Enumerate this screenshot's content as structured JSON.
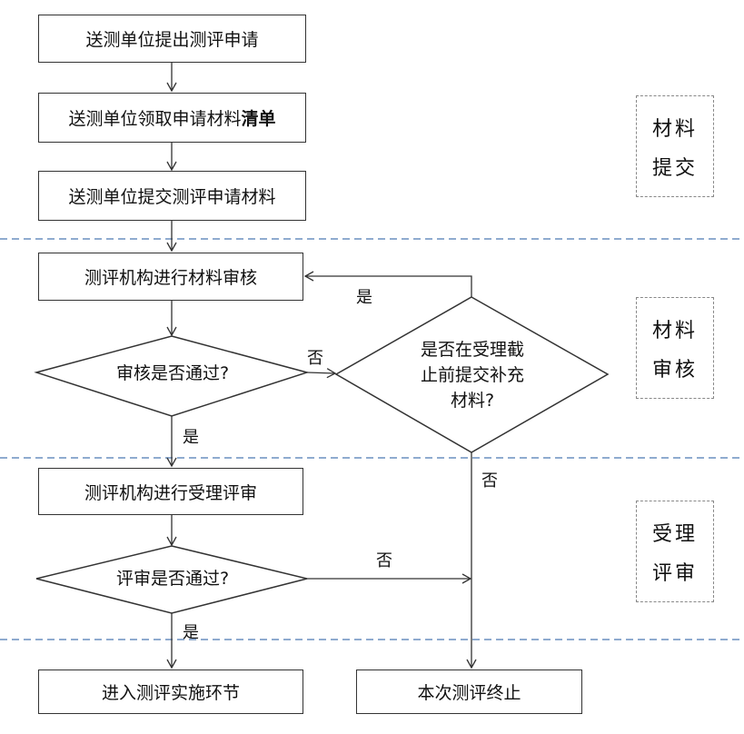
{
  "steps": {
    "apply": "送测单位提出测评申请",
    "receive_prefix": "送测单位领取申请材料",
    "receive_bold": "清单",
    "submit": "送测单位提交测评申请材料",
    "review": "测评机构进行材料审核",
    "accept": "测评机构进行受理评审",
    "implement": "进入测评实施环节",
    "terminate": "本次测评终止"
  },
  "decisions": {
    "review_pass": "审核是否通过?",
    "supplement_line1": "是否在受理截",
    "supplement_line2": "止前提交补充",
    "supplement_line3": "材料?",
    "accept_pass": "评审是否通过?"
  },
  "edge_labels": {
    "yes": "是",
    "no": "否"
  },
  "stages": {
    "material_submit": [
      "材料",
      "提交"
    ],
    "material_review": [
      "材料",
      "审核"
    ],
    "accept_review": [
      "受理",
      "评审"
    ]
  }
}
